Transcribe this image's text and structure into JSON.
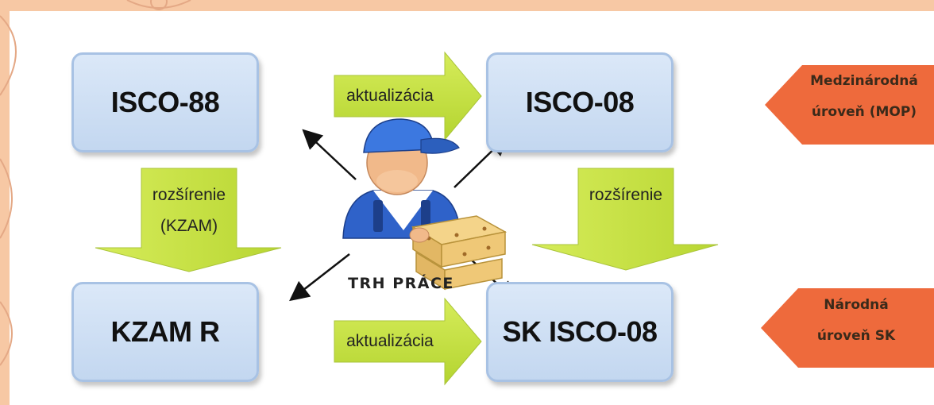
{
  "boxes": {
    "isco88": "ISCO-88",
    "isco08": "ISCO-08",
    "kzam": "KZAM R",
    "sk_isco08": "SK ISCO-08"
  },
  "arrows": {
    "update_top": "aktualizácia",
    "update_bottom": "aktualizácia",
    "extension_left_line1": "rozšírenie",
    "extension_left_line2": "(KZAM)",
    "extension_right": "rozšírenie"
  },
  "levels": {
    "international_line1": "Medzinárodná",
    "international_line2": "úroveň (MOP)",
    "national_line1": "Národná",
    "national_line2": "úroveň SK"
  },
  "center": {
    "label": "TRH PRÁCE",
    "icon": "worker-with-boxes-icon"
  },
  "colors": {
    "box_fill": "#c3d7f0",
    "box_border": "#a8c2e4",
    "arrow_fill": "#c5e040",
    "level_fill": "#ee6a3c",
    "background": "#f7c8a4"
  }
}
